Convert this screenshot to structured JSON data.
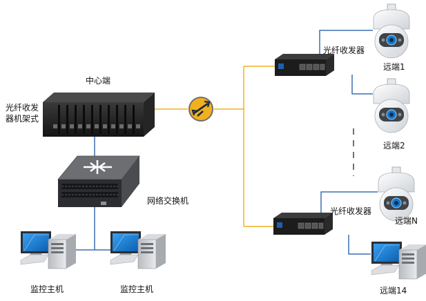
{
  "labels": {
    "center": "中心端",
    "rack_line1": "光纤收发",
    "rack_line2": "器机架式",
    "switch": "网络交换机",
    "host_left": "监控主机",
    "host_right": "监控主机",
    "transceiver_top": "光纤收发器",
    "transceiver_bottom": "光纤收发器",
    "remote_1": "远端1",
    "remote_2": "远端2",
    "remote_n": "远端N",
    "remote_14": "远端14"
  },
  "colors": {
    "fiber": "#f2b01e",
    "ethernet": "#3a6fb5",
    "device": "#1f1f1f",
    "monitor_screen": "#1a7fd8"
  }
}
